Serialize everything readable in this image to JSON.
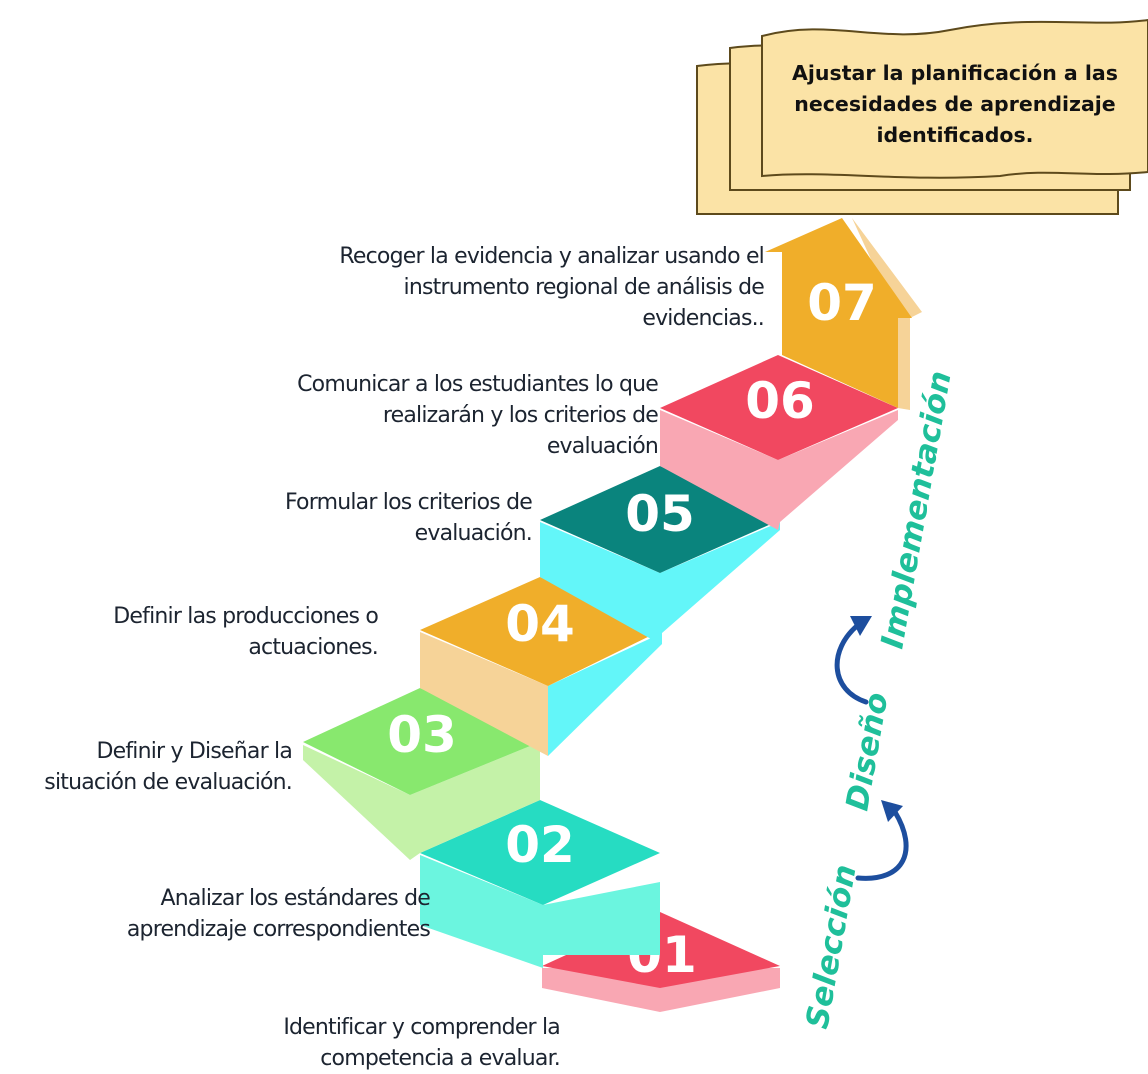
{
  "goal": {
    "text": "Ajustar la planificación a las necesidades de aprendizaje identificados."
  },
  "steps": [
    {
      "number": "01",
      "label": "Identificar y comprender la competencia a evaluar.",
      "top_color": "#f14860",
      "side_color": "#f9a7b3"
    },
    {
      "number": "02",
      "label": "Analizar los estándares de aprendizaje correspondientes",
      "top_color": "#26dcc2",
      "side_color": "#6bf5df"
    },
    {
      "number": "03",
      "label": "Definir y Diseñar la situación de evaluación.",
      "top_color": "#88e86e",
      "side_color": "#c4f2a8"
    },
    {
      "number": "04",
      "label": "Definir las producciones o actuaciones.",
      "top_color": "#f0ae2a",
      "side_color": "#f6d398"
    },
    {
      "number": "05",
      "label": "Formular los criterios de evaluación.",
      "top_color": "#0a847d",
      "side_color": "#63f6f9"
    },
    {
      "number": "06",
      "label": "Comunicar a los estudiantes lo que realizarán y los criterios de evaluación",
      "top_color": "#f14860",
      "side_color": "#f9a7b3"
    },
    {
      "number": "07",
      "label": "Recoger la evidencia y analizar usando el instrumento regional de análisis de evidencias..",
      "top_color": "#f0ae2a",
      "side_color": "#f6d398"
    }
  ],
  "phases": {
    "seleccion": "Selección",
    "diseno": "Diseño",
    "implementacion": "Implementación"
  },
  "colors": {
    "phase_text": "#1fbf9a",
    "arrow": "#1d4e9e",
    "paper": "#fbe3a6",
    "paper_border": "#5d4a1c"
  },
  "icons": [
    "curved-arrow-icon",
    "curved-arrow-icon"
  ]
}
